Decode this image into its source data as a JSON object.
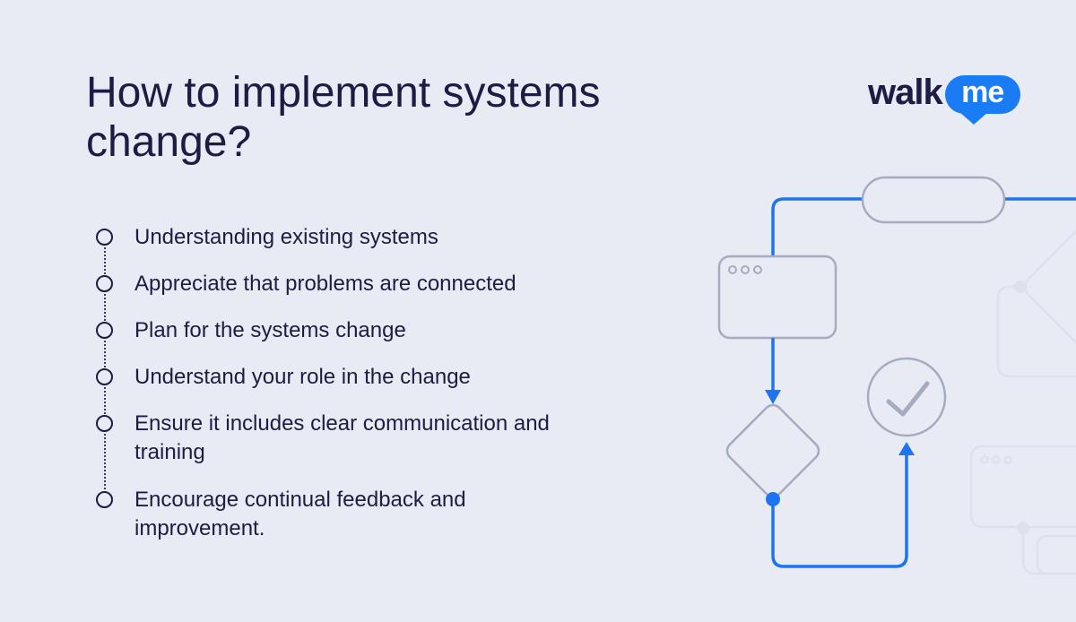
{
  "theme": {
    "bg": "#e8ebf4",
    "navy": "#1c1c45",
    "accent": "#1d74f2",
    "brand": "#1a7cf5",
    "outline": "#a5acc0",
    "faint": "#dce1ec"
  },
  "header": {
    "title": "How to implement systems\nchange?"
  },
  "logo": {
    "walk": "walk",
    "me": "me"
  },
  "checklist": {
    "items": [
      {
        "text": "Understanding existing systems"
      },
      {
        "text": "Appreciate that problems are connected"
      },
      {
        "text": "Plan for the systems change"
      },
      {
        "text": "Understand your role in the change"
      },
      {
        "text": "Ensure it includes clear communication and\ntraining"
      },
      {
        "text": "Encourage continual feedback and\nimprovement."
      }
    ]
  },
  "illustration": {
    "nodes": [
      "pill-node",
      "browser-window-node",
      "decision-diamond-node",
      "check-circle-node"
    ],
    "icons": [
      "checkmark-icon",
      "window-dots-icon",
      "arrow-down-icon",
      "arrow-up-icon"
    ]
  }
}
